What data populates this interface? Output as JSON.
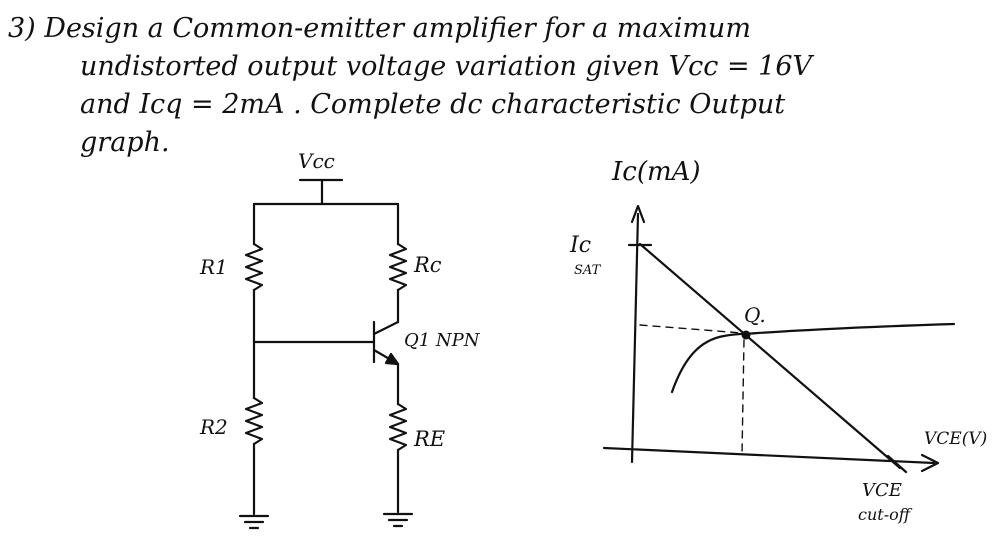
{
  "problem": {
    "lines": [
      "3) Design a Common-emitter amplifier for a maximum",
      "undistorted output voltage variation given Vcc = 16V",
      "and  Icq  = 2mA . Complete dc characteristic Output",
      "graph."
    ]
  },
  "circuit": {
    "vcc_label": "Vcc",
    "r1_label": "R1",
    "rc_label": "Rc",
    "transistor_label": "Q1 NPN",
    "r2_label": "R2",
    "re_label": "RE"
  },
  "graph": {
    "y_axis_label": "Ic(mA)",
    "ic_sat_label": "Ic",
    "ic_sat_sub": "SAT",
    "q_label": "Q.",
    "x_axis_label": "VCE(V)",
    "vce_label": "VCE",
    "cutoff_label": "cut-off"
  }
}
